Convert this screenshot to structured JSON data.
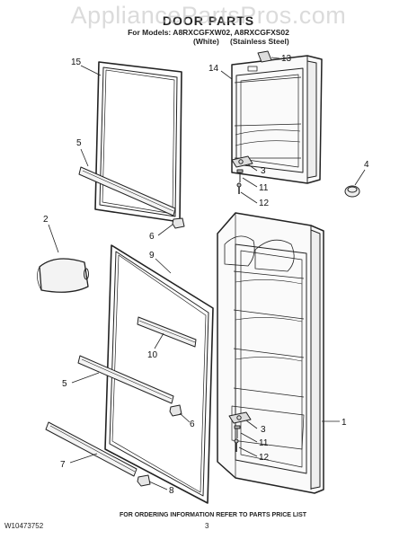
{
  "header": {
    "watermark": "AppliancePartsPros.com",
    "title": "DOOR PARTS",
    "models_line": "For Models: A8RXCGFXW02, A8RXCGFXS02",
    "variant_white": "(White)",
    "variant_stainless": "(Stainless Steel)"
  },
  "callouts": {
    "freezer_door": "14",
    "badge": "13",
    "hinge_upper": "3",
    "hinge_screw_upper": "11",
    "hinge_pin_upper": "12",
    "plug_button": "4",
    "freezer_gasket": "15",
    "trim_upper": "5",
    "end_cap_upper": "6",
    "dairy_door": "2",
    "fresh_food_gasket": "9",
    "shelf_rail": "10",
    "fresh_food_door": "1",
    "trim_lower": "5",
    "end_cap_lower": "6",
    "hinge_lower": "3",
    "hinge_screw_lower": "11",
    "hinge_pin_lower": "12",
    "trim_bottom": "7",
    "end_cap_bottom": "8"
  },
  "footer": {
    "document_id": "W10473752",
    "ordering_info": "FOR ORDERING INFORMATION REFER TO PARTS PRICE LIST",
    "page_number": "3"
  }
}
